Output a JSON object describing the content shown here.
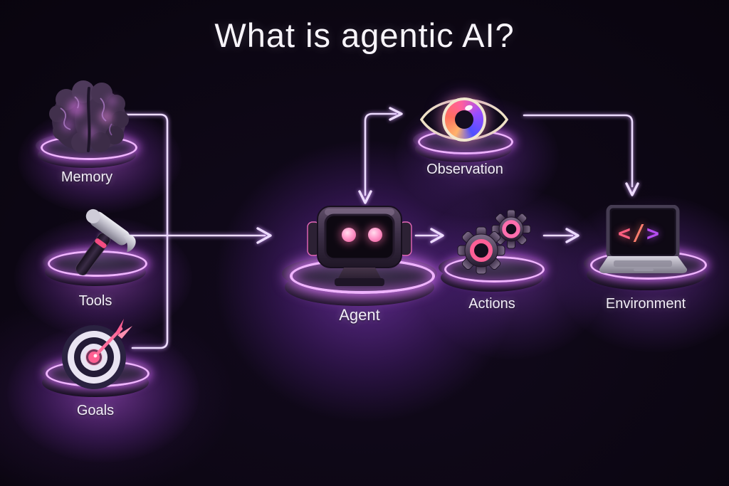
{
  "title": "What is agentic AI?",
  "nodes": {
    "memory": {
      "label": "Memory",
      "icon": "brain-icon"
    },
    "tools": {
      "label": "Tools",
      "icon": "hammer-icon"
    },
    "goals": {
      "label": "Goals",
      "icon": "target-icon"
    },
    "agent": {
      "label": "Agent",
      "icon": "robot-icon"
    },
    "observation": {
      "label": "Observation",
      "icon": "eye-icon"
    },
    "actions": {
      "label": "Actions",
      "icon": "gears-icon"
    },
    "environment": {
      "label": "Environment",
      "icon": "laptop-code-icon"
    }
  },
  "environment_screen": {
    "open": "<",
    "slash": "/",
    "close": ">"
  },
  "connections": [
    {
      "from": "memory",
      "to": "agent"
    },
    {
      "from": "tools",
      "to": "agent"
    },
    {
      "from": "goals",
      "to": "agent"
    },
    {
      "from": "observation",
      "to": "agent"
    },
    {
      "from": "agent",
      "to": "observation"
    },
    {
      "from": "observation",
      "to": "environment"
    },
    {
      "from": "agent",
      "to": "actions"
    },
    {
      "from": "actions",
      "to": "environment"
    }
  ],
  "colors": {
    "background": "#06030a",
    "center_glow": "#7b2fbe",
    "platform_ring": "#e18bff",
    "connector": "#efe2ff",
    "label": "#f2edf8",
    "accent_pink": "#ff5f9e",
    "code_open": "#ff5f80",
    "code_slash": "#ff7e6e",
    "code_close": "#b44df0"
  }
}
